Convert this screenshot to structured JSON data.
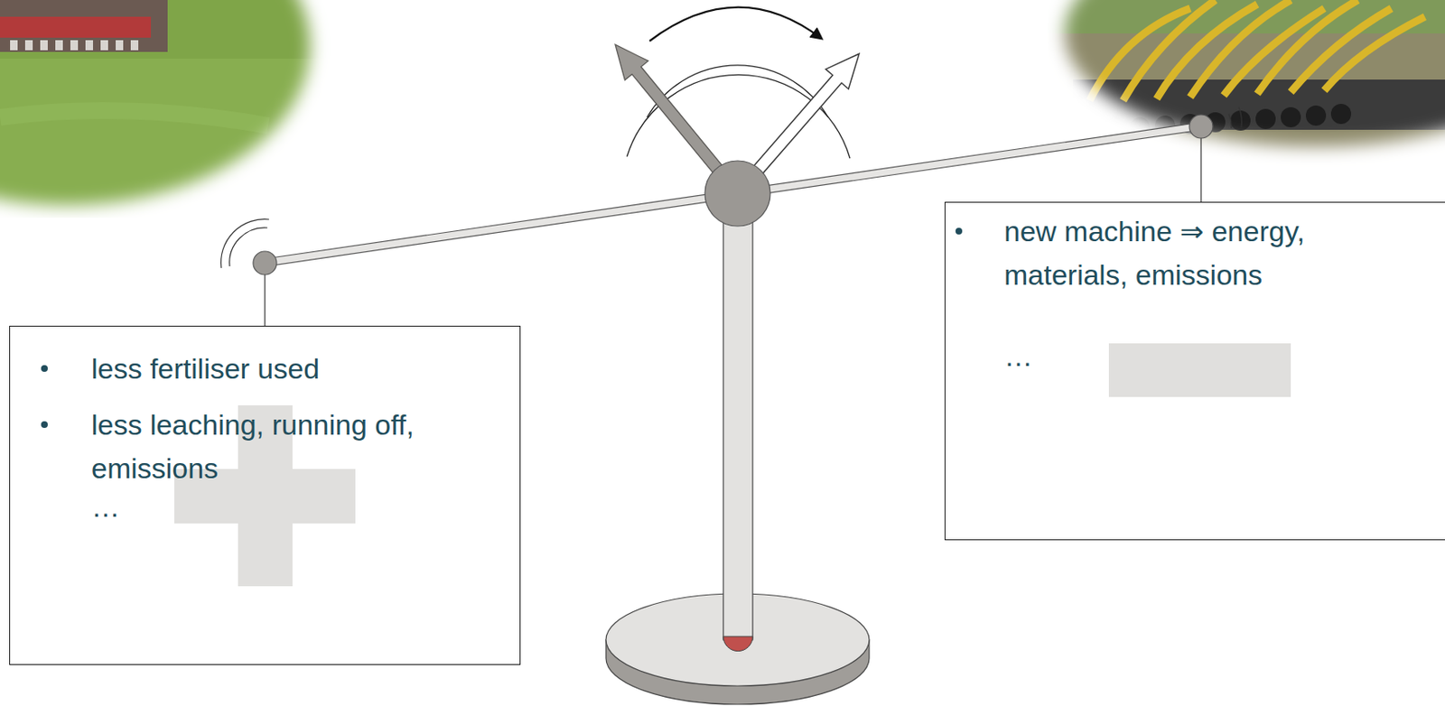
{
  "diagram": {
    "nodes": [
      {
        "text": [
          "less fertiliser used",
          "less leaching, running off, emissions",
          "…"
        ]
      },
      {
        "text": [
          "new machine ⇒ energy, materials, emissions",
          "…"
        ]
      }
    ]
  }
}
